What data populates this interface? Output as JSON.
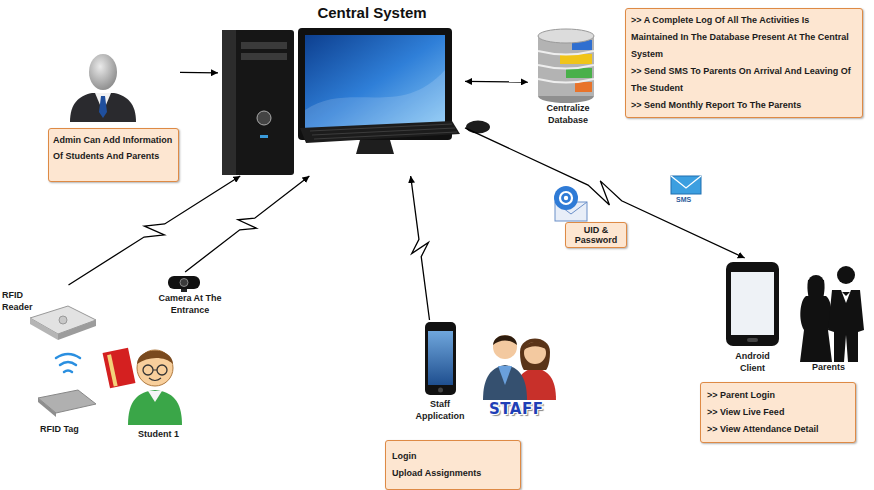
{
  "diagram": {
    "nodes": [
      {
        "text": [
          "Central System"
        ]
      },
      {
        "text": [
          "Admin Can Add Information Of Students And Parents"
        ]
      },
      {
        "text": [
          "Centralize Database"
        ]
      },
      {
        "text": [
          ">> A Complete Log Of All The Activities Is Maintained In The Database Present At The Central System",
          ">> Send SMS To Parents On Arrival And Leaving Of The Student",
          ">> Send Monthly Report To The Parents"
        ]
      },
      {
        "text": [
          "UID & Password"
        ]
      },
      {
        "text": [
          "Camera At The Entrance"
        ]
      },
      {
        "text": [
          "RFID Reader"
        ]
      },
      {
        "text": [
          "Staff Application"
        ]
      },
      {
        "text": [
          "Login",
          "Upload Assignments"
        ]
      },
      {
        "text": [
          "Android Client"
        ]
      },
      {
        "text": [
          ">> Parent Login",
          ">> View Live Feed",
          ">> View Attendance Detail"
        ]
      }
    ],
    "edges": [
      {
        "from": 1,
        "to": 0,
        "arrow": "to"
      },
      {
        "from": 0,
        "to": 2,
        "arrow": "both"
      },
      {
        "from": 6,
        "to": 0,
        "arrow": "to"
      },
      {
        "from": 5,
        "to": 0,
        "arrow": "to"
      },
      {
        "from": 7,
        "to": 0,
        "arrow": "to"
      },
      {
        "from": 0,
        "to": 9,
        "arrow": "to"
      }
    ],
    "labels": [
      "SMS",
      "Parents",
      "STAFF",
      "RFID Tag",
      "Student 1"
    ]
  }
}
